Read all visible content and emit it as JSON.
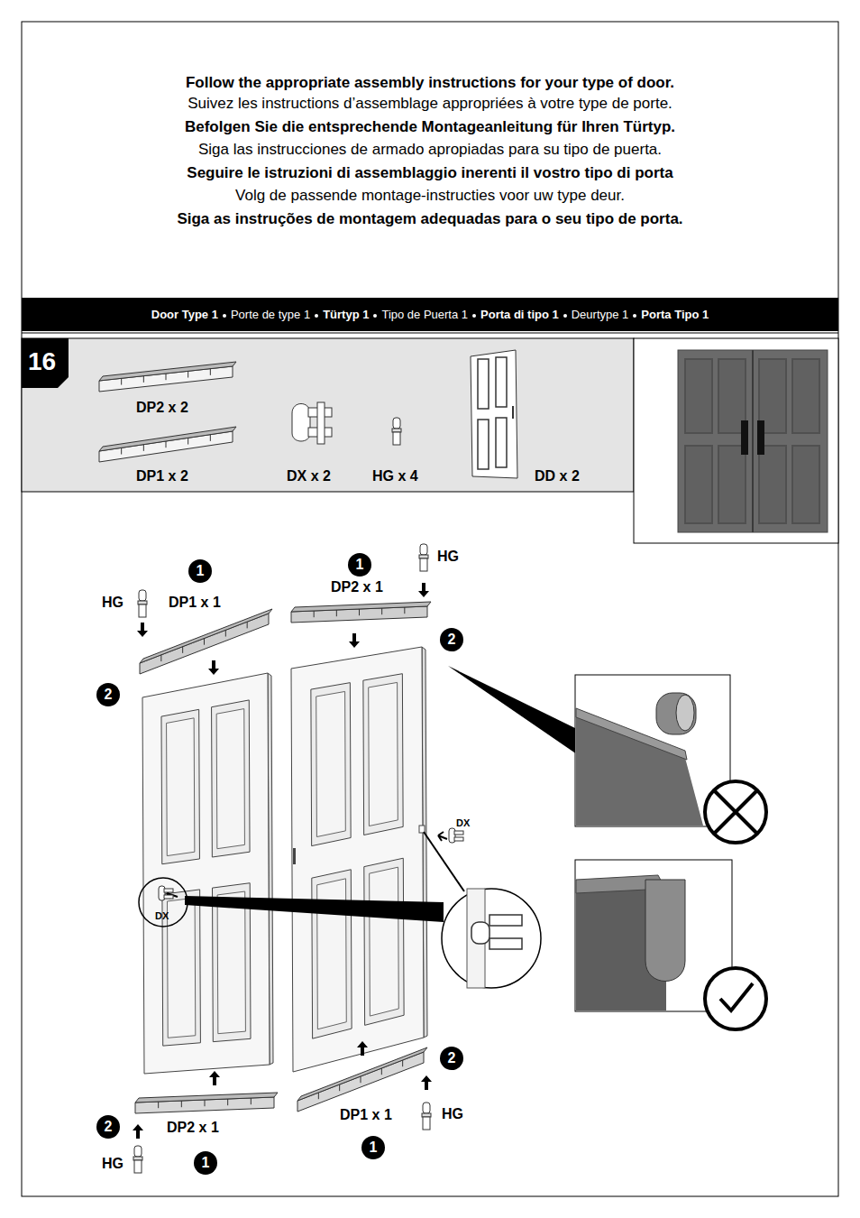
{
  "diagram": {
    "nodes": [
      {
        "text": [
          "Door Type 1",
          "Porte de type 1",
          "Türtyp 1",
          "Tipo de Puerta 1",
          "Porta di tipo 1",
          "Deurtype 1",
          "Porta Tipo 1"
        ]
      }
    ],
    "labels": [
      "Follow the appropriate assembly instructions for your type of door.",
      "Suivez les instructions d’assemblage appropriées à votre type de porte.",
      "Befolgen Sie die entsprechende Montageanleitung für Ihren Türtyp.",
      "Siga las instrucciones de armado apropiadas para su tipo de puerta.",
      "Seguire le istruzioni di assemblaggio inerenti il vostro tipo di porta",
      "Volg de passende montage-instructies voor uw type deur.",
      "Siga as instruções de montagem adequadas para o seu tipo de porta.",
      "16",
      "DP2 x 2",
      "DP1 x 2",
      "DX x 2",
      "HG x 4",
      "DD x 2",
      "1",
      "HG",
      "DP1 x 1",
      "1",
      "HG",
      "DP2 x 1",
      "2",
      "2",
      "DX",
      "DX",
      "2",
      "DP2 x 1",
      "DP1 x 1",
      "HG",
      "2",
      "HG",
      "1",
      "1"
    ]
  }
}
